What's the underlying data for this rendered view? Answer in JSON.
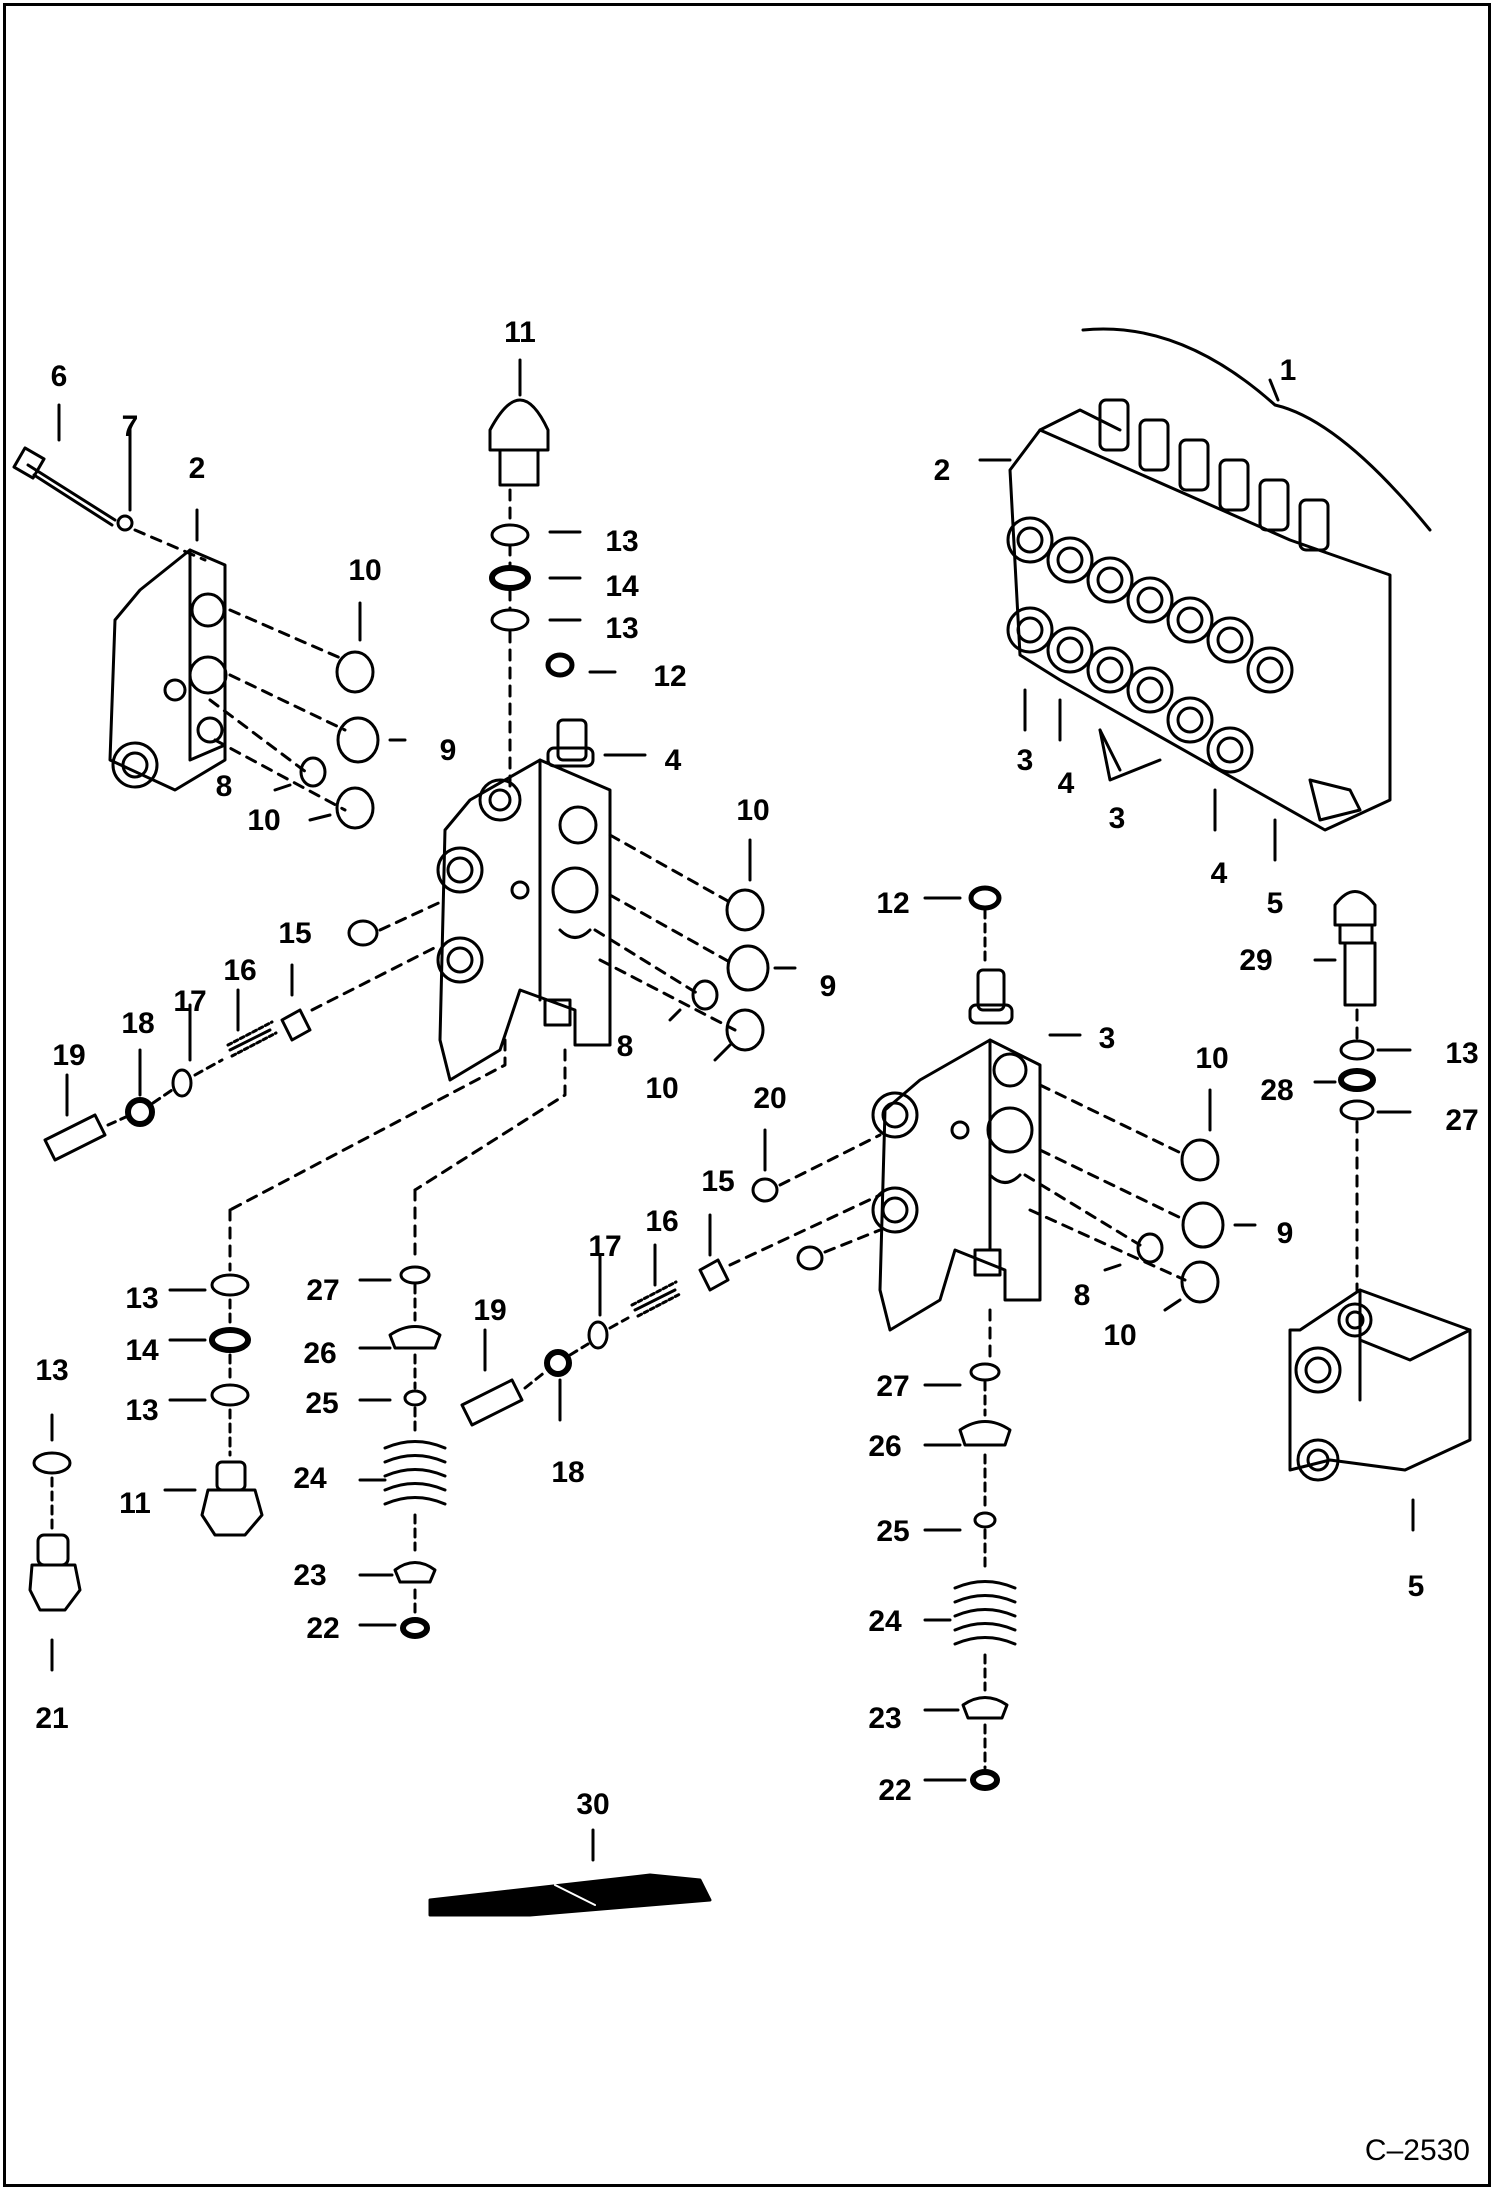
{
  "figure_code": "C–2530",
  "callouts": [
    "1",
    "2",
    "3",
    "4",
    "5",
    "6",
    "7",
    "8",
    "9",
    "10",
    "11",
    "12",
    "13",
    "14",
    "15",
    "16",
    "17",
    "18",
    "19",
    "20",
    "21",
    "22",
    "23",
    "24",
    "25",
    "26",
    "27",
    "28",
    "29",
    "30"
  ],
  "stroke_color": "#000000",
  "background_color": "#ffffff"
}
